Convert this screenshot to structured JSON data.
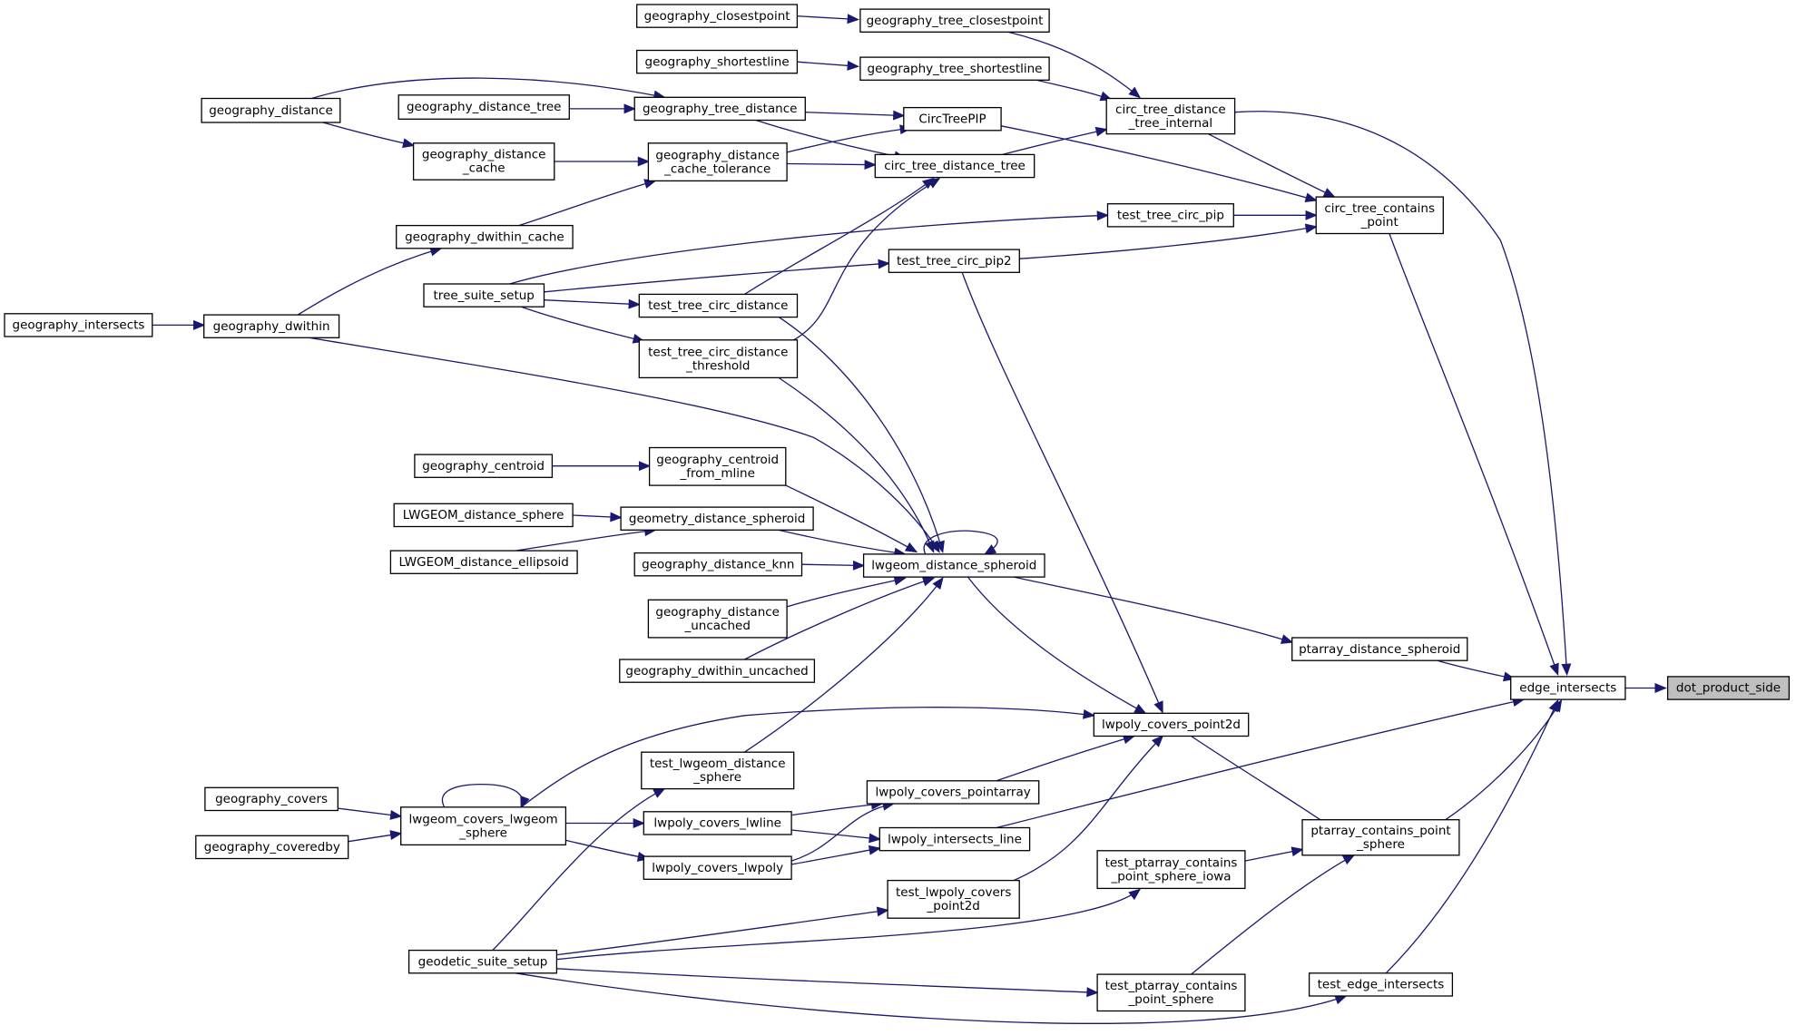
{
  "graph": {
    "edge_color": "#191970",
    "root_fill": "#bfbfbf",
    "nodes": [
      {
        "id": "dot_product_side",
        "lines": [
          "dot_product_side"
        ],
        "root": true
      },
      {
        "id": "edge_intersects",
        "lines": [
          "edge_intersects"
        ]
      },
      {
        "id": "circ_tree_distance_tree_internal",
        "lines": [
          "circ_tree_distance",
          "_tree_internal"
        ]
      },
      {
        "id": "circ_tree_contains_point",
        "lines": [
          "circ_tree_contains",
          "_point"
        ]
      },
      {
        "id": "ptarray_distance_spheroid",
        "lines": [
          "ptarray_distance_spheroid"
        ]
      },
      {
        "id": "ptarray_contains_point_sphere",
        "lines": [
          "ptarray_contains_point",
          "_sphere"
        ]
      },
      {
        "id": "test_edge_intersects",
        "lines": [
          "test_edge_intersects"
        ]
      },
      {
        "id": "geography_tree_closestpoint",
        "lines": [
          "geography_tree_closestpoint"
        ]
      },
      {
        "id": "geography_tree_shortestline",
        "lines": [
          "geography_tree_shortestline"
        ]
      },
      {
        "id": "circ_tree_distance_tree",
        "lines": [
          "circ_tree_distance_tree"
        ]
      },
      {
        "id": "CircTreePIP",
        "lines": [
          "CircTreePIP"
        ]
      },
      {
        "id": "test_tree_circ_pip",
        "lines": [
          "test_tree_circ_pip"
        ]
      },
      {
        "id": "test_tree_circ_pip2",
        "lines": [
          "test_tree_circ_pip2"
        ]
      },
      {
        "id": "lwgeom_distance_spheroid",
        "lines": [
          "lwgeom_distance_spheroid"
        ]
      },
      {
        "id": "lwpoly_covers_point2d",
        "lines": [
          "lwpoly_covers_point2d"
        ]
      },
      {
        "id": "test_ptarray_contains_point_sphere_iowa",
        "lines": [
          "test_ptarray_contains",
          "_point_sphere_iowa"
        ]
      },
      {
        "id": "test_ptarray_contains_point_sphere",
        "lines": [
          "test_ptarray_contains",
          "_point_sphere"
        ]
      },
      {
        "id": "geodetic_suite_setup",
        "lines": [
          "geodetic_suite_setup"
        ]
      },
      {
        "id": "geography_closestpoint",
        "lines": [
          "geography_closestpoint"
        ]
      },
      {
        "id": "geography_shortestline",
        "lines": [
          "geography_shortestline"
        ]
      },
      {
        "id": "geography_tree_distance",
        "lines": [
          "geography_tree_distance"
        ]
      },
      {
        "id": "geography_distance_cache_tolerance",
        "lines": [
          "geography_distance",
          "_cache_tolerance"
        ]
      },
      {
        "id": "test_tree_circ_distance",
        "lines": [
          "test_tree_circ_distance"
        ]
      },
      {
        "id": "test_tree_circ_distance_threshold",
        "lines": [
          "test_tree_circ_distance",
          "_threshold"
        ]
      },
      {
        "id": "tree_suite_setup",
        "lines": [
          "tree_suite_setup"
        ]
      },
      {
        "id": "geography_dwithin",
        "lines": [
          "geography_dwithin"
        ]
      },
      {
        "id": "geography_centroid_from_mline",
        "lines": [
          "geography_centroid",
          "_from_mline"
        ]
      },
      {
        "id": "geometry_distance_spheroid",
        "lines": [
          "geometry_distance_spheroid"
        ]
      },
      {
        "id": "geography_distance_knn",
        "lines": [
          "geography_distance_knn"
        ]
      },
      {
        "id": "geography_distance_uncached",
        "lines": [
          "geography_distance",
          "_uncached"
        ]
      },
      {
        "id": "geography_dwithin_uncached",
        "lines": [
          "geography_dwithin_uncached"
        ]
      },
      {
        "id": "test_lwgeom_distance_sphere",
        "lines": [
          "test_lwgeom_distance",
          "_sphere"
        ]
      },
      {
        "id": "lwgeom_covers_lwgeom_sphere",
        "lines": [
          "lwgeom_covers_lwgeom",
          "_sphere"
        ]
      },
      {
        "id": "lwpoly_covers_pointarray",
        "lines": [
          "lwpoly_covers_pointarray"
        ]
      },
      {
        "id": "lwpoly_intersects_line",
        "lines": [
          "lwpoly_intersects_line"
        ]
      },
      {
        "id": "test_lwpoly_covers_point2d",
        "lines": [
          "test_lwpoly_covers",
          "_point2d"
        ]
      },
      {
        "id": "geography_distance",
        "lines": [
          "geography_distance"
        ]
      },
      {
        "id": "geography_distance_tree",
        "lines": [
          "geography_distance_tree"
        ]
      },
      {
        "id": "geography_distance_cache",
        "lines": [
          "geography_distance",
          "_cache"
        ]
      },
      {
        "id": "geography_dwithin_cache",
        "lines": [
          "geography_dwithin_cache"
        ]
      },
      {
        "id": "geography_intersects",
        "lines": [
          "geography_intersects"
        ]
      },
      {
        "id": "geography_centroid",
        "lines": [
          "geography_centroid"
        ]
      },
      {
        "id": "LWGEOM_distance_sphere",
        "lines": [
          "LWGEOM_distance_sphere"
        ]
      },
      {
        "id": "LWGEOM_distance_ellipsoid",
        "lines": [
          "LWGEOM_distance_ellipsoid"
        ]
      },
      {
        "id": "geography_covers",
        "lines": [
          "geography_covers"
        ]
      },
      {
        "id": "geography_coveredby",
        "lines": [
          "geography_coveredby"
        ]
      },
      {
        "id": "lwpoly_covers_lwline",
        "lines": [
          "lwpoly_covers_lwline"
        ]
      },
      {
        "id": "lwpoly_covers_lwpoly",
        "lines": [
          "lwpoly_covers_lwpoly"
        ]
      }
    ],
    "edges": [
      [
        "edge_intersects",
        "dot_product_side"
      ],
      [
        "circ_tree_distance_tree_internal",
        "edge_intersects"
      ],
      [
        "circ_tree_contains_point",
        "edge_intersects"
      ],
      [
        "ptarray_distance_spheroid",
        "edge_intersects"
      ],
      [
        "lwpoly_intersects_line",
        "edge_intersects"
      ],
      [
        "ptarray_contains_point_sphere",
        "edge_intersects"
      ],
      [
        "test_edge_intersects",
        "edge_intersects"
      ],
      [
        "geography_tree_closestpoint",
        "circ_tree_distance_tree_internal"
      ],
      [
        "geography_tree_shortestline",
        "circ_tree_distance_tree_internal"
      ],
      [
        "circ_tree_distance_tree",
        "circ_tree_distance_tree_internal"
      ],
      [
        "circ_tree_distance_tree_internal",
        "circ_tree_contains_point"
      ],
      [
        "CircTreePIP",
        "circ_tree_contains_point"
      ],
      [
        "test_tree_circ_pip",
        "circ_tree_contains_point"
      ],
      [
        "test_tree_circ_pip2",
        "circ_tree_contains_point"
      ],
      [
        "geography_closestpoint",
        "geography_tree_closestpoint"
      ],
      [
        "geography_shortestline",
        "geography_tree_shortestline"
      ],
      [
        "geography_tree_distance",
        "circ_tree_distance_tree"
      ],
      [
        "geography_distance_cache_tolerance",
        "circ_tree_distance_tree"
      ],
      [
        "test_tree_circ_distance",
        "circ_tree_distance_tree"
      ],
      [
        "test_tree_circ_distance_threshold",
        "circ_tree_distance_tree"
      ],
      [
        "geography_tree_distance",
        "CircTreePIP"
      ],
      [
        "geography_distance_cache_tolerance",
        "CircTreePIP"
      ],
      [
        "geography_distance",
        "geography_tree_distance"
      ],
      [
        "geography_distance_tree",
        "geography_tree_distance"
      ],
      [
        "geography_distance",
        "geography_distance_cache"
      ],
      [
        "geography_distance_cache",
        "geography_distance_cache_tolerance"
      ],
      [
        "geography_dwithin_cache",
        "geography_distance_cache_tolerance"
      ],
      [
        "geography_dwithin",
        "geography_dwithin_cache"
      ],
      [
        "geography_intersects",
        "geography_dwithin"
      ],
      [
        "tree_suite_setup",
        "test_tree_circ_pip"
      ],
      [
        "tree_suite_setup",
        "test_tree_circ_pip2"
      ],
      [
        "tree_suite_setup",
        "test_tree_circ_distance"
      ],
      [
        "tree_suite_setup",
        "test_tree_circ_distance_threshold"
      ],
      [
        "lwgeom_distance_spheroid",
        "ptarray_distance_spheroid"
      ],
      [
        "lwgeom_distance_spheroid",
        "lwgeom_distance_spheroid"
      ],
      [
        "geography_dwithin",
        "lwgeom_distance_spheroid"
      ],
      [
        "test_tree_circ_distance",
        "lwgeom_distance_spheroid"
      ],
      [
        "test_tree_circ_distance_threshold",
        "lwgeom_distance_spheroid"
      ],
      [
        "geography_centroid_from_mline",
        "lwgeom_distance_spheroid"
      ],
      [
        "geometry_distance_spheroid",
        "lwgeom_distance_spheroid"
      ],
      [
        "geography_distance_knn",
        "lwgeom_distance_spheroid"
      ],
      [
        "geography_distance_uncached",
        "lwgeom_distance_spheroid"
      ],
      [
        "geography_dwithin_uncached",
        "lwgeom_distance_spheroid"
      ],
      [
        "test_lwgeom_distance_sphere",
        "lwgeom_distance_spheroid"
      ],
      [
        "geography_centroid",
        "geography_centroid_from_mline"
      ],
      [
        "LWGEOM_distance_sphere",
        "geometry_distance_spheroid"
      ],
      [
        "LWGEOM_distance_ellipsoid",
        "geometry_distance_spheroid"
      ],
      [
        "lwpoly_covers_point2d",
        "ptarray_contains_point_sphere"
      ],
      [
        "test_ptarray_contains_point_sphere_iowa",
        "ptarray_contains_point_sphere"
      ],
      [
        "test_ptarray_contains_point_sphere",
        "ptarray_contains_point_sphere"
      ],
      [
        "lwgeom_distance_spheroid",
        "lwpoly_covers_point2d"
      ],
      [
        "test_tree_circ_pip2",
        "lwpoly_covers_point2d"
      ],
      [
        "lwgeom_covers_lwgeom_sphere",
        "lwpoly_covers_point2d"
      ],
      [
        "lwpoly_covers_pointarray",
        "lwpoly_covers_point2d"
      ],
      [
        "test_lwpoly_covers_point2d",
        "lwpoly_covers_point2d"
      ],
      [
        "lwgeom_covers_lwgeom_sphere",
        "lwgeom_covers_lwgeom_sphere"
      ],
      [
        "geography_covers",
        "lwgeom_covers_lwgeom_sphere"
      ],
      [
        "geography_coveredby",
        "lwgeom_covers_lwgeom_sphere"
      ],
      [
        "lwgeom_covers_lwgeom_sphere",
        "lwpoly_covers_lwline"
      ],
      [
        "lwgeom_covers_lwgeom_sphere",
        "lwpoly_covers_lwpoly"
      ],
      [
        "lwpoly_covers_lwline",
        "lwpoly_covers_pointarray"
      ],
      [
        "lwpoly_covers_lwpoly",
        "lwpoly_covers_pointarray"
      ],
      [
        "lwpoly_covers_lwline",
        "lwpoly_intersects_line"
      ],
      [
        "lwpoly_covers_lwpoly",
        "lwpoly_intersects_line"
      ],
      [
        "geodetic_suite_setup",
        "test_lwgeom_distance_sphere"
      ],
      [
        "geodetic_suite_setup",
        "test_lwpoly_covers_point2d"
      ],
      [
        "geodetic_suite_setup",
        "test_ptarray_contains_point_sphere_iowa"
      ],
      [
        "geodetic_suite_setup",
        "test_ptarray_contains_point_sphere"
      ],
      [
        "geodetic_suite_setup",
        "test_edge_intersects"
      ]
    ]
  }
}
